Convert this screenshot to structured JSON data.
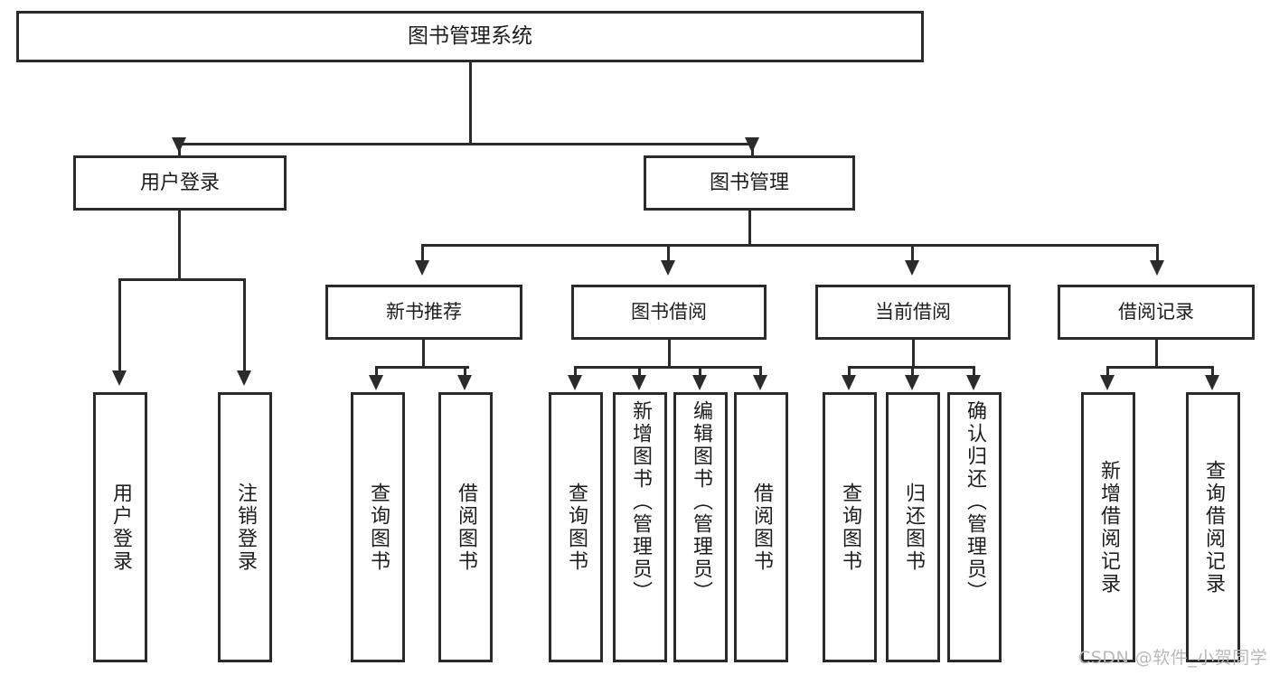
{
  "diagram": {
    "title": "图书管理系统",
    "type": "tree-hierarchy-chart",
    "root": {
      "label": "图书管理系统"
    },
    "level1": [
      {
        "label": "用户登录"
      },
      {
        "label": "图书管理"
      }
    ],
    "level2": [
      {
        "label": "新书推荐"
      },
      {
        "label": "图书借阅"
      },
      {
        "label": "当前借阅"
      },
      {
        "label": "借阅记录"
      }
    ],
    "leaves": [
      {
        "label": "用户登录"
      },
      {
        "label": "注销登录"
      },
      {
        "label": "查询图书"
      },
      {
        "label": "借阅图书"
      },
      {
        "label": "查询图书"
      },
      {
        "label": "新增图书（管理员）"
      },
      {
        "label": "编辑图书（管理员）"
      },
      {
        "label": "借阅图书"
      },
      {
        "label": "查询图书"
      },
      {
        "label": "归还图书"
      },
      {
        "label": "确认归还（管理员）"
      },
      {
        "label": "新增借阅记录"
      },
      {
        "label": "查询借阅记录"
      }
    ]
  },
  "watermark": {
    "text": "CSDN @软件_小贺同学"
  },
  "colors": {
    "stroke": "#2b2b2b",
    "text": "#1d1d1d",
    "background": "#ffffff",
    "watermark": "#b9b9b9"
  }
}
